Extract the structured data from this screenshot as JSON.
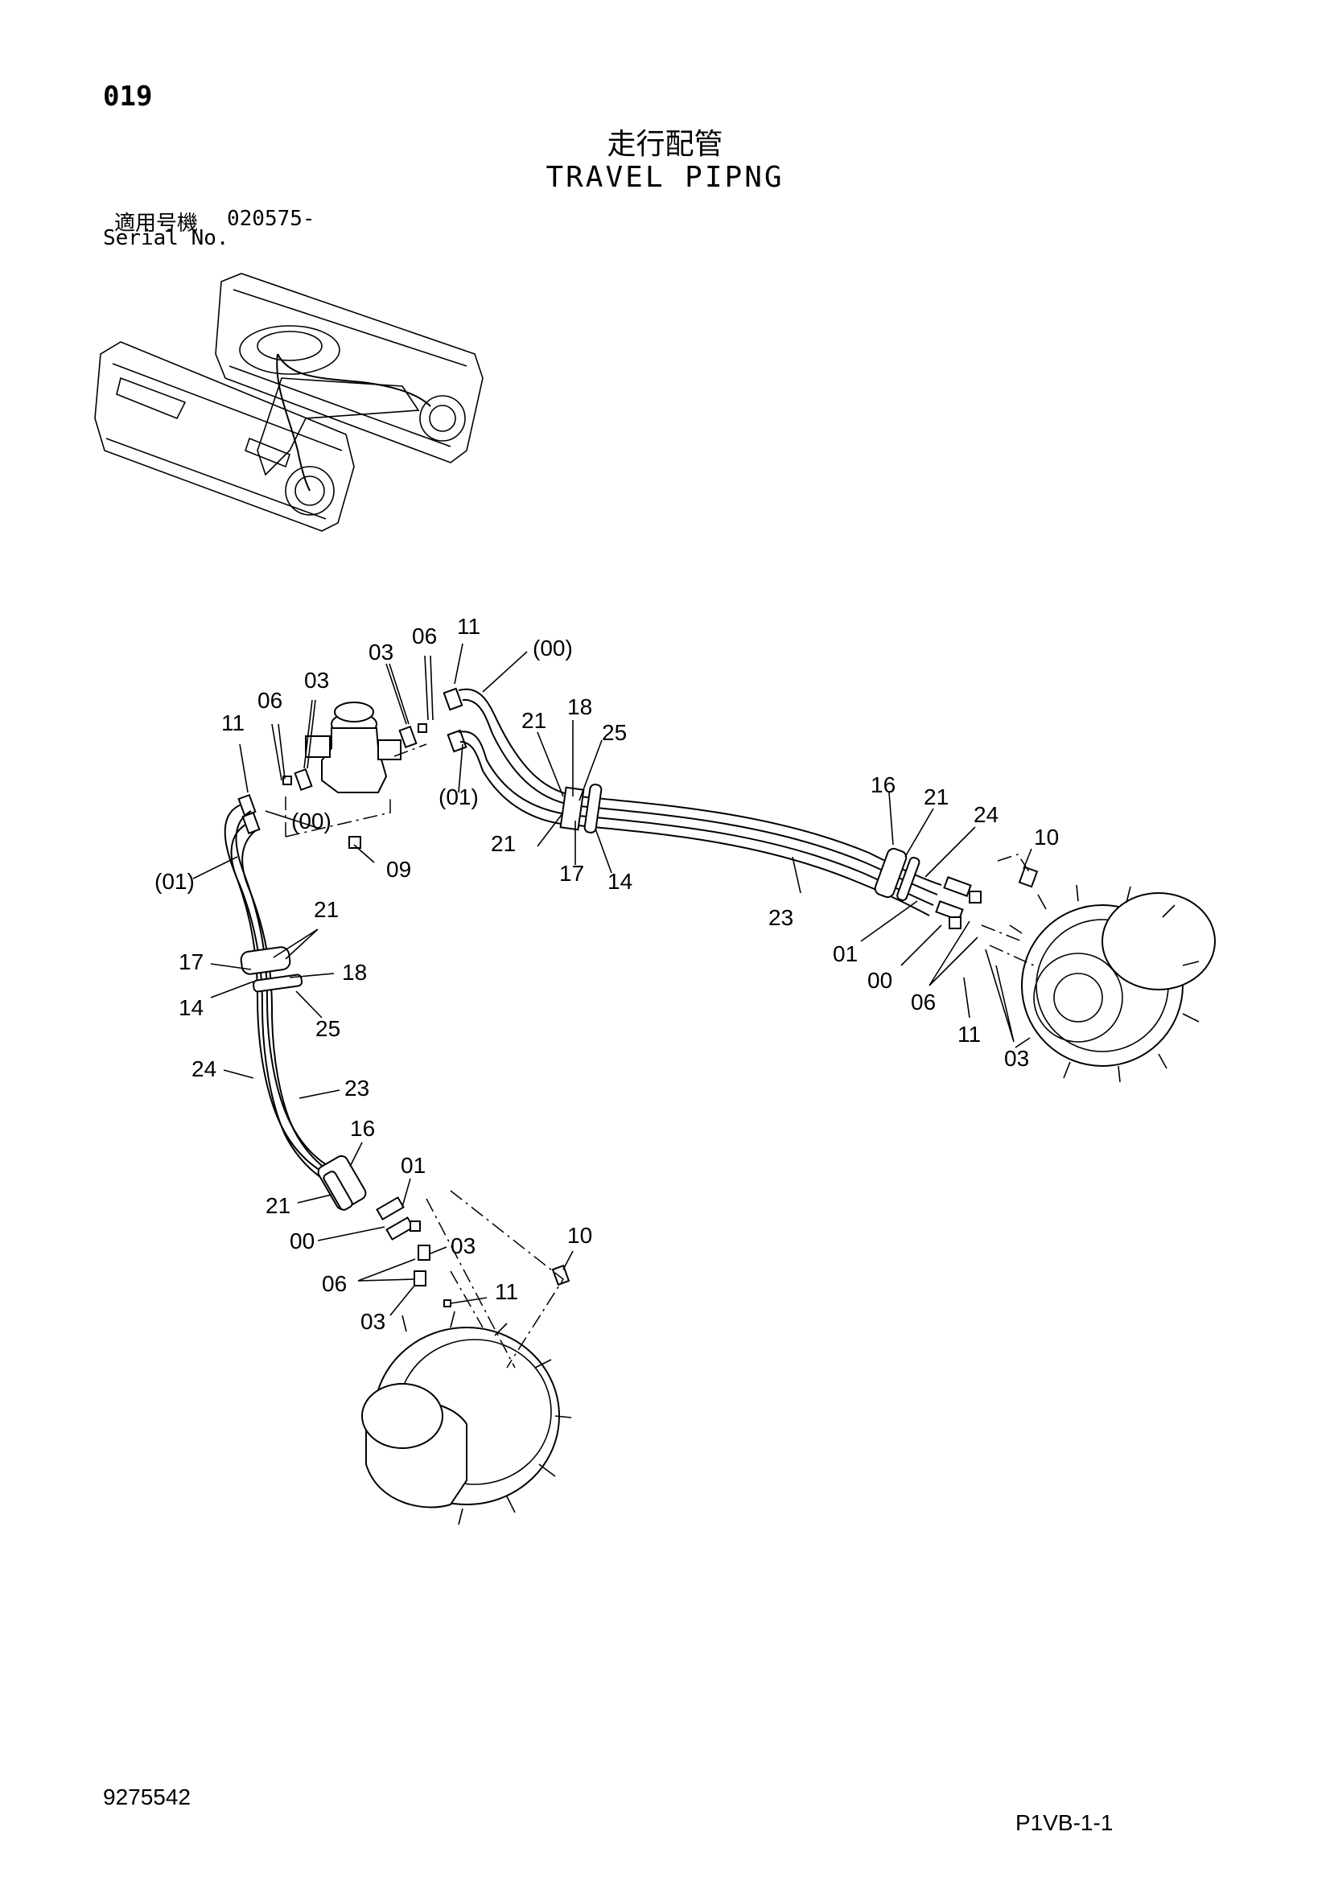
{
  "page_number": "019",
  "title_jp": "走行配管",
  "title_en": "TRAVEL  PIPNG",
  "serial_label_jp": "適用号機",
  "serial_value": "020575-",
  "serial_label_en": "Serial No.",
  "doc_number": "9275542",
  "page_code": "P1VB-1-1",
  "callouts": [
    "11",
    "06",
    "03",
    "03",
    "06",
    "11",
    "(00)",
    "(01)",
    "18",
    "21",
    "25",
    "(00)",
    "09",
    "(01)",
    "21",
    "17",
    "14",
    "16",
    "21",
    "24",
    "10",
    "23",
    "01",
    "00",
    "06",
    "11",
    "03",
    "21",
    "17",
    "18",
    "14",
    "25",
    "24",
    "23",
    "16",
    "01",
    "21",
    "00",
    "03",
    "06",
    "03",
    "11",
    "10"
  ]
}
